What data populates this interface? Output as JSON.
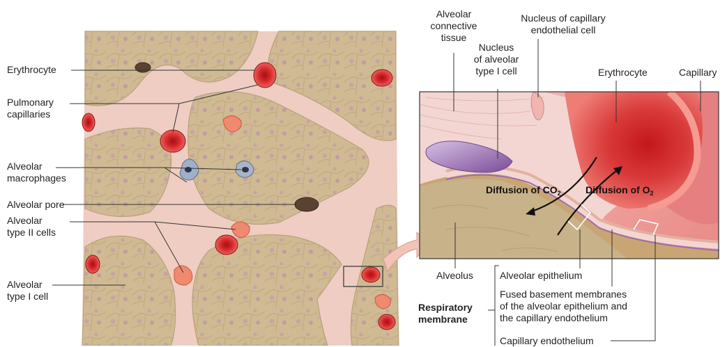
{
  "left_labels": {
    "erythrocyte": "Erythrocyte",
    "pulmonary_capillaries": "Pulmonary\ncapillaries",
    "alveolar_macrophages": "Alveolar\nmacrophages",
    "alveolar_pore": "Alveolar pore",
    "alveolar_type_ii_cells": "Alveolar\ntype II cells",
    "alveolar_type_i_cell": "Alveolar\ntype I cell"
  },
  "top_labels": {
    "alveolar_connective_tissue": "Alveolar\nconnective\ntissue",
    "nucleus_capillary_endothelial": "Nucleus of capillary\nendothelial cell",
    "nucleus_alveolar_type_i": "Nucleus\nof alveolar\ntype I cell",
    "erythrocyte": "Erythrocyte",
    "capillary": "Capillary"
  },
  "inset": {
    "diffusion_co2": {
      "text": "Diffusion of CO",
      "sub": "2"
    },
    "diffusion_o2": {
      "text": "Diffusion of O",
      "sub": "2"
    }
  },
  "bottom_labels": {
    "alveolus": "Alveolus",
    "alveolar_epithelium": "Alveolar epithelium",
    "fused_basement": "Fused basement membranes\nof the alveolar epithelium and\nthe capillary endothelium",
    "capillary_endothelium": "Capillary endothelium",
    "respiratory_membrane": "Respiratory\nmembrane"
  },
  "colors": {
    "alveolar_wall": "#efc8bf",
    "alveolus_tan": "#cdb891",
    "erythrocyte_red": "#cf2a2a",
    "capillary_red": "#e06a6a",
    "nucleus_purple": "#8a5fa6",
    "line": "#333333"
  }
}
